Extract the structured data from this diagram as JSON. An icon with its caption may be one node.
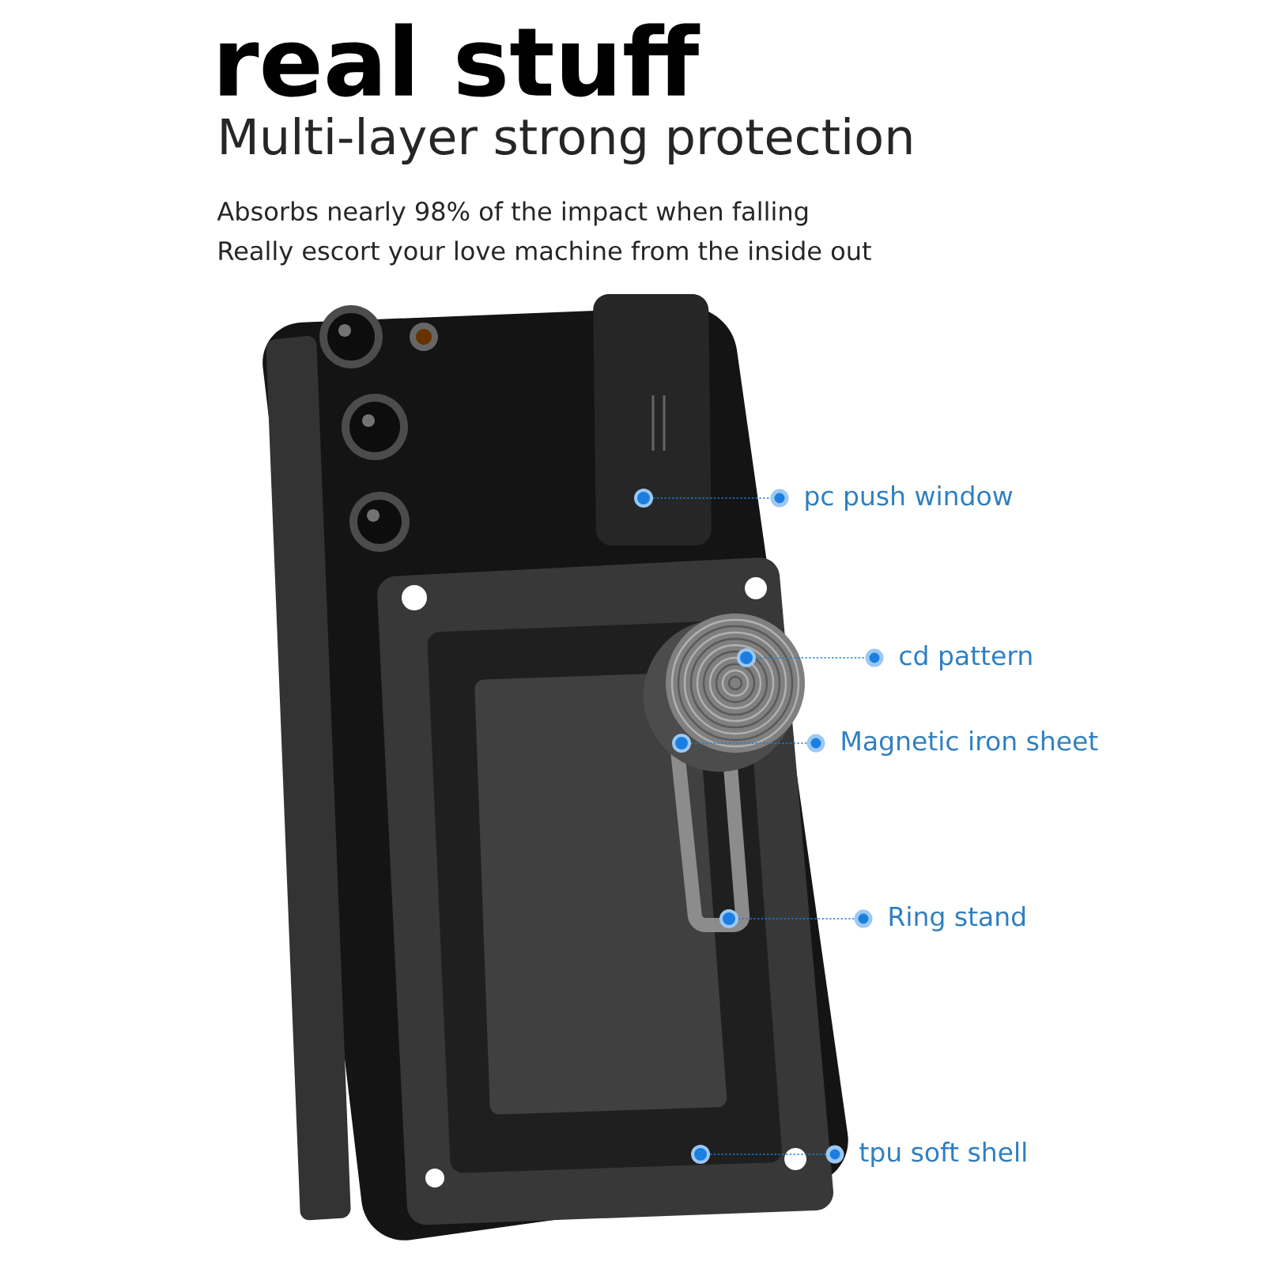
{
  "diagram": {
    "title": "real stuff",
    "nodes": [
      {
        "text": [
          "pc push window"
        ]
      },
      {
        "text": [
          "cd pattern"
        ]
      },
      {
        "text": [
          "Magnetic iron sheet"
        ]
      },
      {
        "text": [
          "Ring stand"
        ]
      },
      {
        "text": [
          "tpu soft shell"
        ]
      },
      {
        "text": [],
        "shape": "circle"
      },
      {
        "text": [],
        "shape": "circle"
      },
      {
        "text": [],
        "shape": "circle"
      },
      {
        "text": [],
        "shape": "circle"
      },
      {
        "text": [],
        "shape": "circle"
      }
    ],
    "edges": [
      {
        "from": 0,
        "to": 5,
        "arrow": "other",
        "style": "dashed"
      },
      {
        "from": 1,
        "to": 6,
        "arrow": "other",
        "style": "dashed"
      },
      {
        "from": 2,
        "to": 7,
        "arrow": "other",
        "style": "dashed"
      },
      {
        "from": 3,
        "to": 8,
        "arrow": "other",
        "style": "dashed"
      },
      {
        "from": 4,
        "to": 9,
        "arrow": "other",
        "style": "dashed"
      }
    ],
    "labels": [
      "Multi-layer strong protection",
      "Absorbs nearly 98% of the impact when falling",
      "Really escort your love machine from the inside out"
    ]
  }
}
